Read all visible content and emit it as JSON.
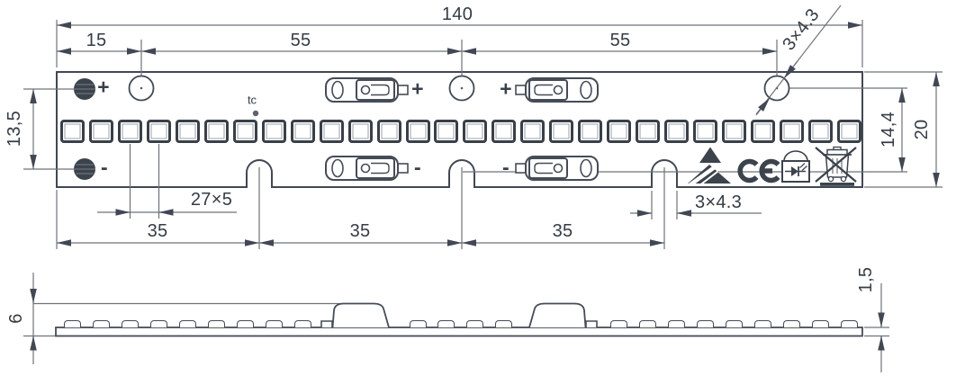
{
  "top_view": {
    "dim_total_width": "140",
    "dim_hole_offset_left": "15",
    "dim_hole_spacing": [
      "55",
      "55"
    ],
    "dim_mounting_holes": "3×4.3",
    "dim_pad_spacing": "13,5",
    "thermal_point_label": "tc",
    "polarity_positive": "+",
    "polarity_negative": "-",
    "dim_led_pitch": "27×5",
    "dim_slot_spacing": [
      "35",
      "35",
      "35"
    ],
    "dim_mounting_slots": "3×4.3",
    "dim_hole_to_slot_spacing": "14,4",
    "dim_board_height": "20",
    "led_count": 28
  },
  "side_view": {
    "dim_overall_height": "6",
    "dim_pcb_thickness": "1,5"
  },
  "symbols": {
    "esd_icon": "esd-warning-triangle",
    "ce_icon": "ce-mark",
    "led_icon": "led-caution",
    "weee_icon": "weee-crossed-out-bin"
  },
  "colors": {
    "line": "#414853",
    "dim_line": "#6e737a",
    "text": "#353c44",
    "pad_fill": "#3c434d"
  }
}
